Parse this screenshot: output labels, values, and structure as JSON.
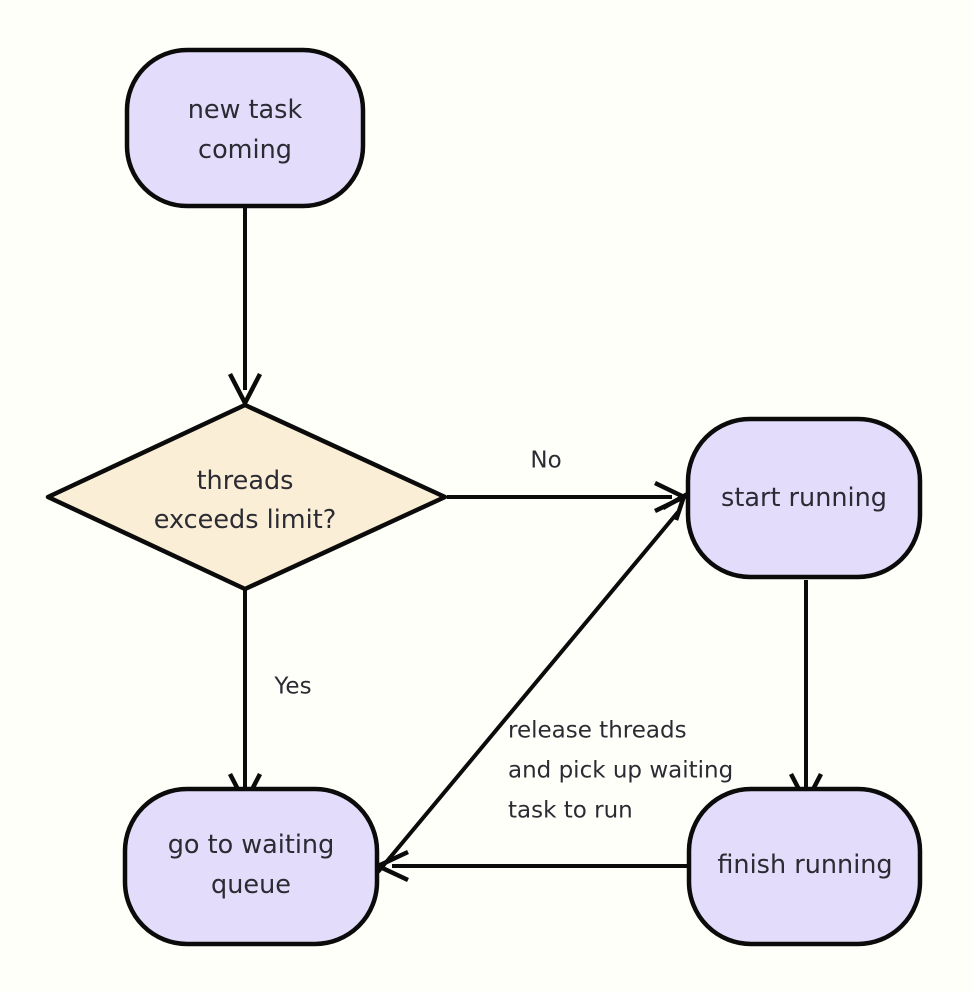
{
  "diagram": {
    "type": "flowchart",
    "title": "thread pool task scheduling flowchart",
    "direction": "top-down",
    "background_color": "#fffffa",
    "colors": {
      "process_fill": "#e3dcfb",
      "decision_fill": "#fbeed6",
      "stroke": "#0b0b0b",
      "text": "#2b2b33"
    },
    "nodes": [
      {
        "id": "new-task",
        "shape": "stadium",
        "label_lines": [
          "new task",
          "coming"
        ],
        "line1": "new task",
        "line2": "coming",
        "fill": "#e3dcfb"
      },
      {
        "id": "threads-exceeds-limit",
        "shape": "diamond",
        "label_lines": [
          "threads",
          "exceeds limit?"
        ],
        "line1": "threads",
        "line2": "exceeds limit?",
        "fill": "#fbeed6"
      },
      {
        "id": "start-running",
        "shape": "stadium",
        "label_lines": [
          "start running"
        ],
        "line1": "start running",
        "fill": "#e3dcfb"
      },
      {
        "id": "go-to-waiting-queue",
        "shape": "stadium",
        "label_lines": [
          "go to waiting",
          "queue"
        ],
        "line1": "go to waiting",
        "line2": "queue",
        "fill": "#e3dcfb"
      },
      {
        "id": "finish-running",
        "shape": "stadium",
        "label_lines": [
          "finish running"
        ],
        "line1": "finish running",
        "fill": "#e3dcfb"
      }
    ],
    "edges": [
      {
        "id": "new-task-to-decision",
        "from": "new-task",
        "to": "threads-exceeds-limit",
        "label": ""
      },
      {
        "id": "decision-no-to-start-running",
        "from": "threads-exceeds-limit",
        "to": "start-running",
        "label": "No"
      },
      {
        "id": "decision-yes-to-waiting-queue",
        "from": "threads-exceeds-limit",
        "to": "go-to-waiting-queue",
        "label": "Yes"
      },
      {
        "id": "start-running-to-finish-running",
        "from": "start-running",
        "to": "finish-running",
        "label": ""
      },
      {
        "id": "finish-running-to-waiting-queue",
        "from": "finish-running",
        "to": "go-to-waiting-queue",
        "label": ""
      },
      {
        "id": "waiting-queue-to-start-running",
        "from": "go-to-waiting-queue",
        "to": "start-running",
        "label_lines": [
          "release threads",
          "and pick up waiting",
          "task to run"
        ],
        "line1": "release threads",
        "line2": "and pick up waiting",
        "line3": "task to run"
      }
    ]
  }
}
